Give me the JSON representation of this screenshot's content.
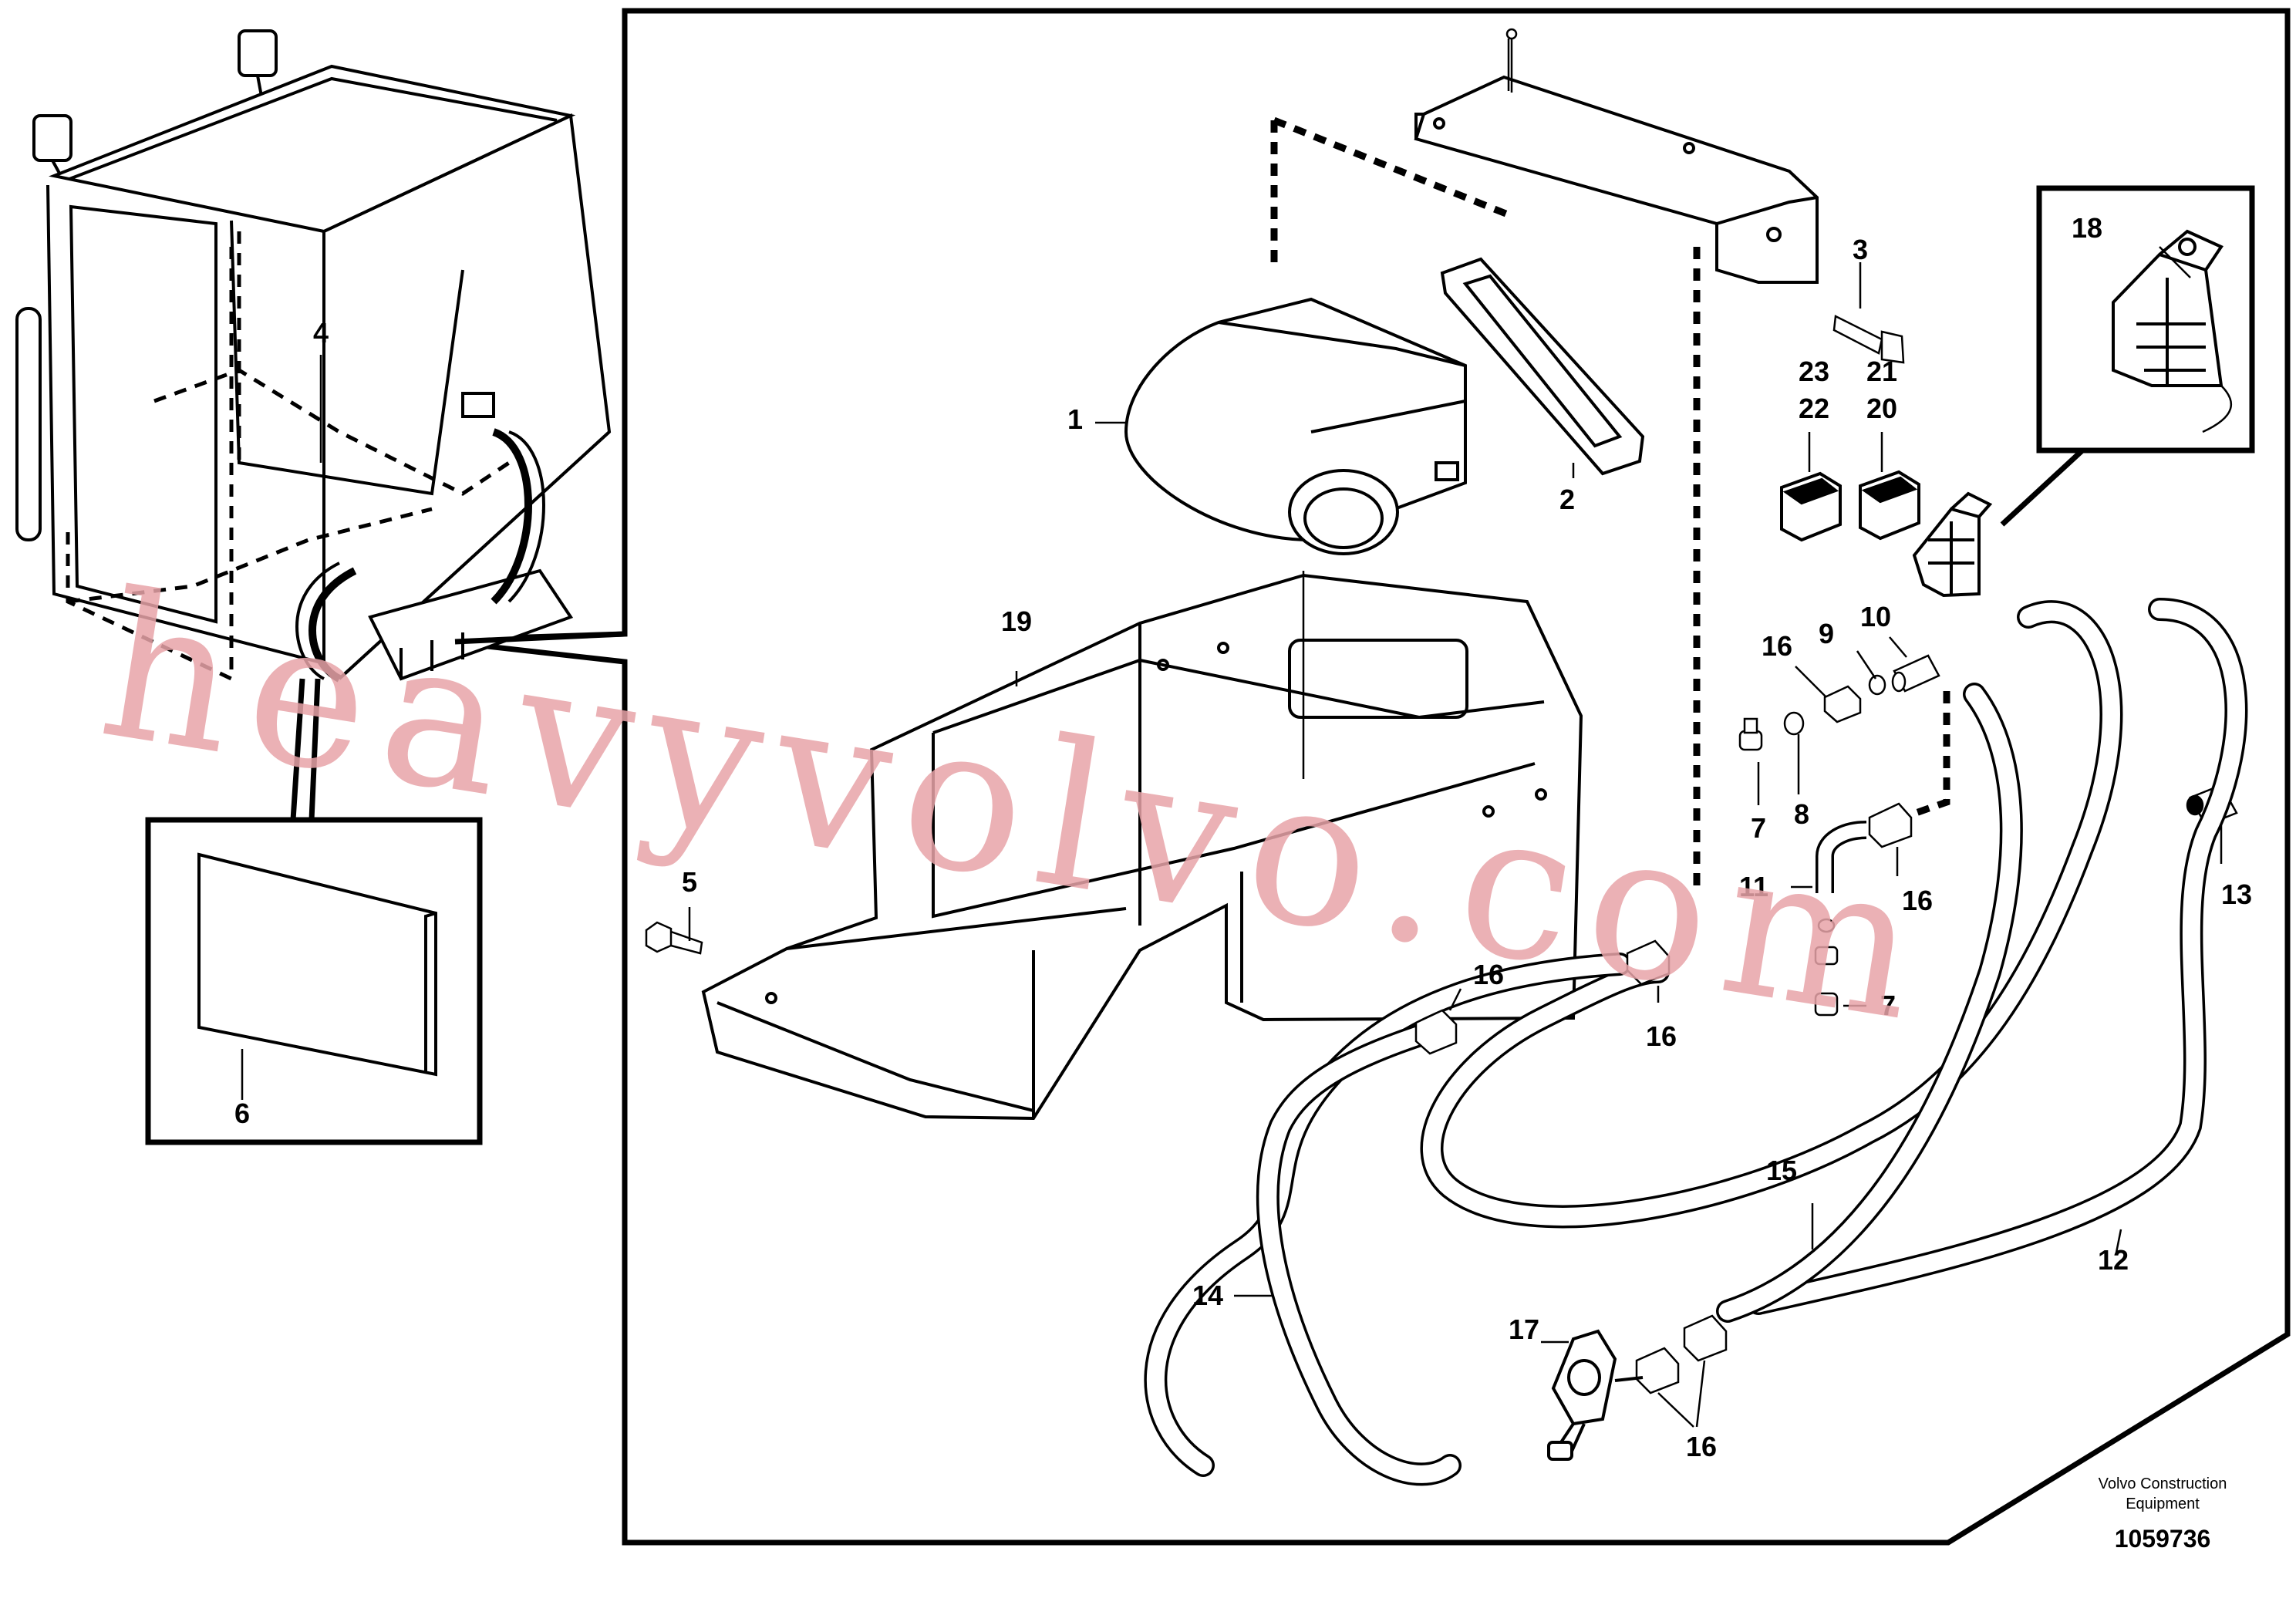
{
  "labels": {
    "l1": "1",
    "l2": "2",
    "l3": "3",
    "l4": "4",
    "l5": "5",
    "l6": "6",
    "l7a": "7",
    "l7b": "7",
    "l8": "8",
    "l9": "9",
    "l10": "10",
    "l11": "11",
    "l12": "12",
    "l13": "13",
    "l14": "14",
    "l15": "15",
    "l16a": "16",
    "l16b": "16",
    "l16c": "16",
    "l16d": "16",
    "l16e": "16",
    "l17": "17",
    "l18": "18",
    "l19": "19",
    "l20": "20",
    "l21": "21",
    "l22": "22",
    "l23": "23"
  },
  "credit": {
    "line1": "Volvo Construction",
    "line2": "Equipment"
  },
  "drawing_number": "1059736",
  "watermark": "heavyvolvo.com",
  "colors": {
    "line": "#000000",
    "watermark": "#e7a3a8",
    "background": "#ffffff"
  }
}
